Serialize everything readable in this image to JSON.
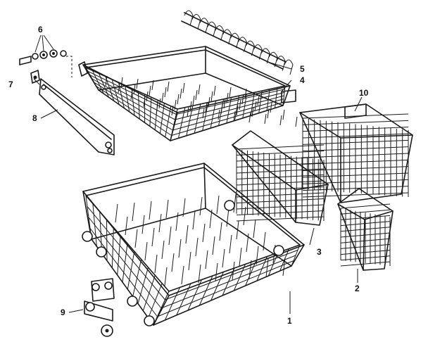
{
  "callouts": [
    {
      "id": "c1",
      "text": "1"
    },
    {
      "id": "c2",
      "text": "2"
    },
    {
      "id": "c3",
      "text": "3"
    },
    {
      "id": "c4",
      "text": "4"
    },
    {
      "id": "c5",
      "text": "5"
    },
    {
      "id": "c6",
      "text": "6"
    },
    {
      "id": "c7",
      "text": "7"
    },
    {
      "id": "c8",
      "text": "8"
    },
    {
      "id": "c9",
      "text": "9"
    },
    {
      "id": "c10",
      "text": "10"
    }
  ],
  "colors": {
    "line": "#1a1a1a",
    "background": "#ffffff"
  }
}
